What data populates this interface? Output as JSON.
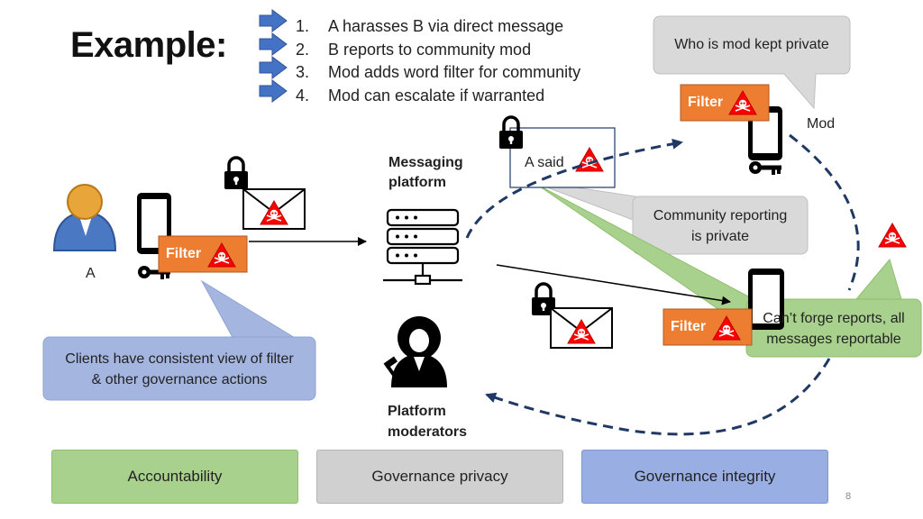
{
  "title": "Example:",
  "steps": [
    {
      "num": "1.",
      "text": "A harasses B via direct message"
    },
    {
      "num": "2.",
      "text": "B reports to community mod"
    },
    {
      "num": "3.",
      "text": "Mod adds word filter for community"
    },
    {
      "num": "4.",
      "text": "Mod can escalate if warranted"
    }
  ],
  "callouts": {
    "mod_private": "Who is mod kept private",
    "reporting_private_line1": "Community reporting",
    "reporting_private_line2": "is private",
    "cant_forge_line1": "Can’t forge reports, all",
    "cant_forge_line2": "messages reportable",
    "consistent_view_line1": "Clients have consistent view of filter",
    "consistent_view_line2": "& other governance actions"
  },
  "labels": {
    "messaging_platform_line1": "Messaging",
    "messaging_platform_line2": "platform",
    "platform_moderators_line1": "Platform",
    "platform_moderators_line2": "moderators",
    "user_a": "A",
    "mod": "Mod",
    "a_said": "A said",
    "filter": "Filter"
  },
  "footer": {
    "accountability": "Accountability",
    "governance_privacy": "Governance privacy",
    "governance_integrity": "Governance integrity"
  },
  "page_number": "8",
  "icons": [
    "arrow-right-icon",
    "padlock-icon",
    "key-icon",
    "envelope-icon",
    "warning-skull-icon",
    "phone-icon",
    "server-icon",
    "user-icon",
    "judge-icon"
  ],
  "colors": {
    "filter_orange": "#ed7d31",
    "warning_red": "#ff0000",
    "arrow_blue": "#4472c4",
    "dash_navy": "#1f3864",
    "callout_gray": "#d9d9d9",
    "callout_blue": "#a4b6e0",
    "callout_green": "#a9d18e",
    "footer_green": "#a9d18e",
    "footer_gray": "#d0d0d0",
    "footer_blue": "#99aee3"
  }
}
